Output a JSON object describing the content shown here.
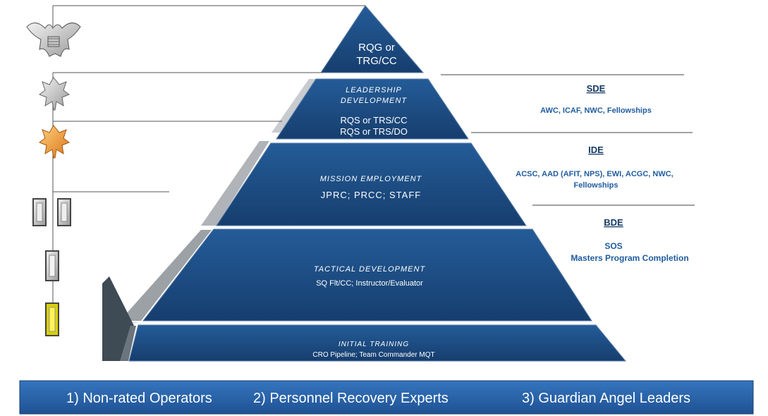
{
  "pyramid": {
    "tiers": [
      {
        "lines": [
          "RQG or",
          "TRG/CC"
        ],
        "subtitle": []
      },
      {
        "lines": [
          "LEADERSHIP",
          "DEVELOPMENT"
        ],
        "subtitle": [
          "RQS or TRS/CC",
          "RQS or TRS/DO"
        ]
      },
      {
        "lines": [
          "MISSION EMPLOYMENT"
        ],
        "subtitle": [
          "JPRC; PRCC; STAFF"
        ]
      },
      {
        "lines": [
          "TACTICAL DEVELOPMENT"
        ],
        "subtitle": [
          "SQ Flt/CC; Instructor/Evaluator"
        ]
      },
      {
        "lines": [
          "INITIAL TRAINING"
        ],
        "subtitle": [
          "CRO Pipeline; Team Commander MQT"
        ]
      }
    ]
  },
  "pme": {
    "sde": {
      "heading": "SDE",
      "detail": [
        "AWC, ICAF, NWC, Fellowships"
      ]
    },
    "ide": {
      "heading": "IDE",
      "detail": [
        "ACSC, AAD (AFIT, NPS), EWI, ACGC, NWC,",
        "Fellowships"
      ]
    },
    "bde": {
      "heading": "BDE",
      "detail": [
        "SOS",
        "Masters Program Completion"
      ]
    }
  },
  "insignia": [
    "colonel-eagle",
    "lieutenant-colonel-silver-oak-leaf",
    "major-gold-oak-leaf",
    "captain-double-bars",
    "first-lieutenant-bar",
    "second-lieutenant-bar"
  ],
  "banner": {
    "items": [
      "1) Non-rated Operators",
      "2) Personnel Recovery Experts",
      "3) Guardian Angel Leaders"
    ]
  },
  "colors": {
    "tier_blue": "#1d4e86",
    "banner_blue": "#2a64a8",
    "pme_text": "#1f5c9e"
  }
}
